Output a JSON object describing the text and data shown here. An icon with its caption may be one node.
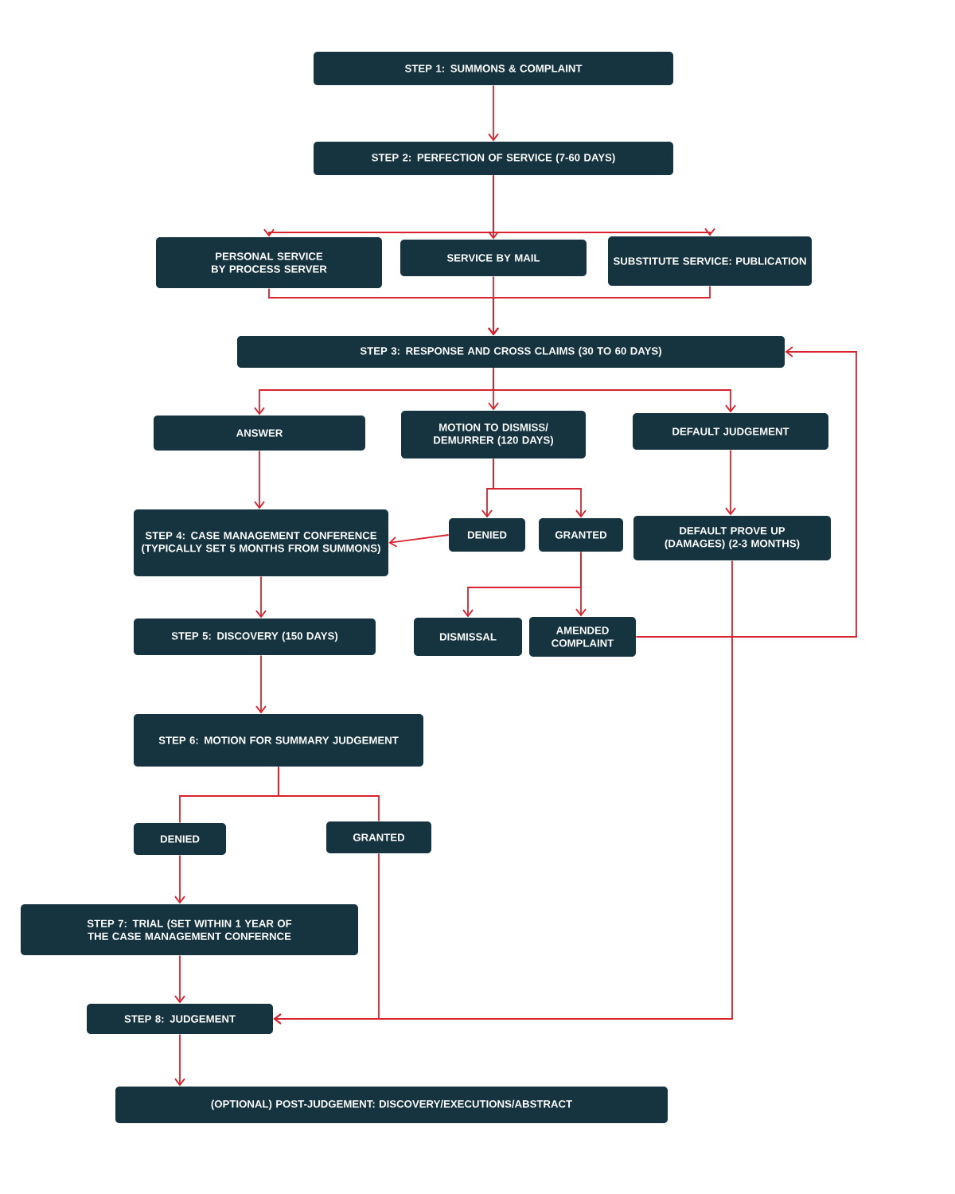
{
  "diagram": {
    "nodes": [
      {
        "text": [
          "STEP 1: SUMMONS & COMPLAINT"
        ]
      },
      {
        "text": [
          "STEP 2: PERFECTION OF SERVICE (7-60 DAYS)"
        ]
      },
      {
        "text": [
          "PERSONAL SERVICE BY PROCESS SERVER"
        ]
      },
      {
        "text": [
          "SERVICE BY MAIL"
        ]
      },
      {
        "text": [
          "SUBSTITUTE SERVICE: PUBLICATION"
        ]
      },
      {
        "text": [
          "STEP 3: RESPONSE AND CROSS CLAIMS (30 TO 60 DAYS)"
        ]
      },
      {
        "text": [
          "ANSWER"
        ]
      },
      {
        "text": [
          "MOTION TO DISMISS/ DEMURRER (120 DAYS)"
        ]
      },
      {
        "text": [
          "DEFAULT JUDGEMENT"
        ]
      },
      {
        "text": [
          "STEP 4: CASE MANAGEMENT CONFERENCE (TYPICALLY SET 5 MONTHS FROM SUMMONS)"
        ]
      },
      {
        "text": [
          "DENIED"
        ]
      },
      {
        "text": [
          "GRANTED"
        ]
      },
      {
        "text": [
          "DEFAULT PROVE UP (DAMAGES) (2-3 MONTHS)"
        ]
      },
      {
        "text": [
          "STEP 5: DISCOVERY (150 DAYS)"
        ]
      },
      {
        "text": [
          "DISMISSAL"
        ]
      },
      {
        "text": [
          "AMENDED COMPLAINT"
        ]
      },
      {
        "text": [
          "STEP 6: MOTION FOR SUMMARY JUDGEMENT"
        ]
      },
      {
        "text": [
          "DENIED"
        ]
      },
      {
        "text": [
          "GRANTED"
        ]
      },
      {
        "text": [
          "STEP 7: TRIAL (SET WITHIN 1 YEAR OF THE CASE MANAGEMENT CONFERNCE"
        ]
      },
      {
        "text": [
          "STEP 8: JUDGEMENT"
        ]
      },
      {
        "text": [
          "(OPTIONAL) POST-JUDGEMENT: DISCOVERY/EXECUTIONS/ABSTRACT"
        ]
      }
    ],
    "edges": [
      {
        "from": 0,
        "to": 1,
        "arrow": "to"
      },
      {
        "from": 1,
        "to": 2,
        "arrow": "to"
      },
      {
        "from": 1,
        "to": 3,
        "arrow": "to"
      },
      {
        "from": 1,
        "to": 4,
        "arrow": "to"
      },
      {
        "from": 2,
        "to": 5,
        "arrow": "to"
      },
      {
        "from": 3,
        "to": 5,
        "arrow": "to"
      },
      {
        "from": 4,
        "to": 5,
        "arrow": "to"
      },
      {
        "from": 5,
        "to": 6,
        "arrow": "to"
      },
      {
        "from": 5,
        "to": 7,
        "arrow": "to"
      },
      {
        "from": 5,
        "to": 8,
        "arrow": "to"
      },
      {
        "from": 6,
        "to": 9,
        "arrow": "to"
      },
      {
        "from": 7,
        "to": 10,
        "arrow": "to"
      },
      {
        "from": 7,
        "to": 11,
        "arrow": "to"
      },
      {
        "from": 10,
        "to": 9,
        "arrow": "to"
      },
      {
        "from": 8,
        "to": 12,
        "arrow": "to"
      },
      {
        "from": 11,
        "to": 14,
        "arrow": "to"
      },
      {
        "from": 11,
        "to": 15,
        "arrow": "to"
      },
      {
        "from": 15,
        "to": 5,
        "arrow": "to"
      },
      {
        "from": 12,
        "to": 20,
        "arrow": "to"
      },
      {
        "from": 9,
        "to": 13,
        "arrow": "to"
      },
      {
        "from": 13,
        "to": 16,
        "arrow": "to"
      },
      {
        "from": 16,
        "to": 17,
        "arrow": "none"
      },
      {
        "from": 16,
        "to": 18,
        "arrow": "none"
      },
      {
        "from": 17,
        "to": 19,
        "arrow": "to"
      },
      {
        "from": 19,
        "to": 20,
        "arrow": "to"
      },
      {
        "from": 18,
        "to": 20,
        "arrow": "to"
      },
      {
        "from": 20,
        "to": 21,
        "arrow": "to"
      }
    ]
  }
}
